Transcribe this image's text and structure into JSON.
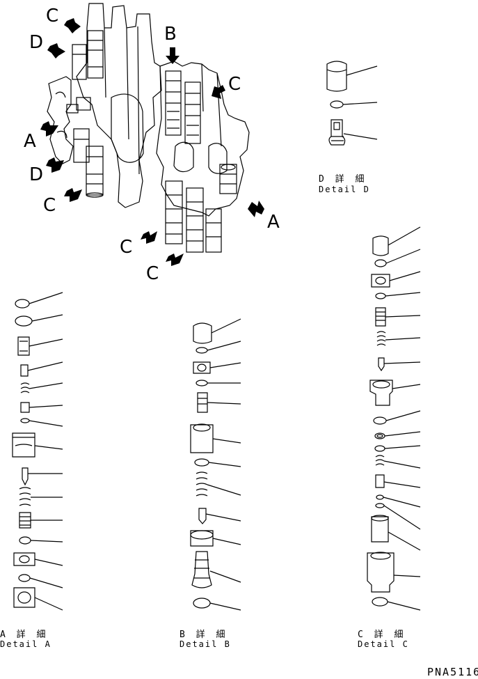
{
  "callouts": {
    "c_top": "C",
    "d_top": "D",
    "b_top": "B",
    "c_right": "C",
    "a_left": "A",
    "d_left": "D",
    "c_left": "C",
    "a_right": "A",
    "c_bottom1": "C",
    "c_bottom2": "C"
  },
  "details": {
    "d": {
      "jp": "D 詳 細",
      "en": "Detail D"
    },
    "a": {
      "jp": "A 詳 細",
      "en": "Detail A"
    },
    "b": {
      "jp": "B 詳 細",
      "en": "Detail B"
    },
    "c": {
      "jp": "C 詳 細",
      "en": "Detail C"
    }
  },
  "drawing_code": "PNA5116"
}
